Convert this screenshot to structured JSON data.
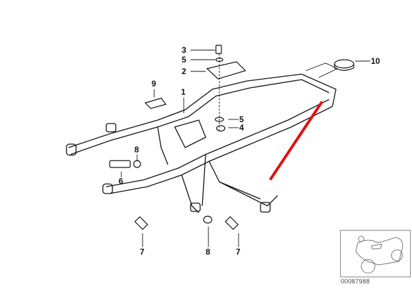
{
  "diagram": {
    "callouts": [
      {
        "id": "c3",
        "text": "3"
      },
      {
        "id": "c5a",
        "text": "5"
      },
      {
        "id": "c2",
        "text": "2"
      },
      {
        "id": "c9",
        "text": "9"
      },
      {
        "id": "c1",
        "text": "1"
      },
      {
        "id": "c10",
        "text": "10"
      },
      {
        "id": "c5b",
        "text": "5"
      },
      {
        "id": "c4",
        "text": "4"
      },
      {
        "id": "c8a",
        "text": "8"
      },
      {
        "id": "c6",
        "text": "6"
      },
      {
        "id": "c7a",
        "text": "7"
      },
      {
        "id": "c8b",
        "text": "8"
      },
      {
        "id": "c7b",
        "text": "7"
      }
    ],
    "highlight_color": "#e01010",
    "thumbnail": {
      "icon": "motorcycle-icon",
      "caption": "00087988"
    }
  }
}
